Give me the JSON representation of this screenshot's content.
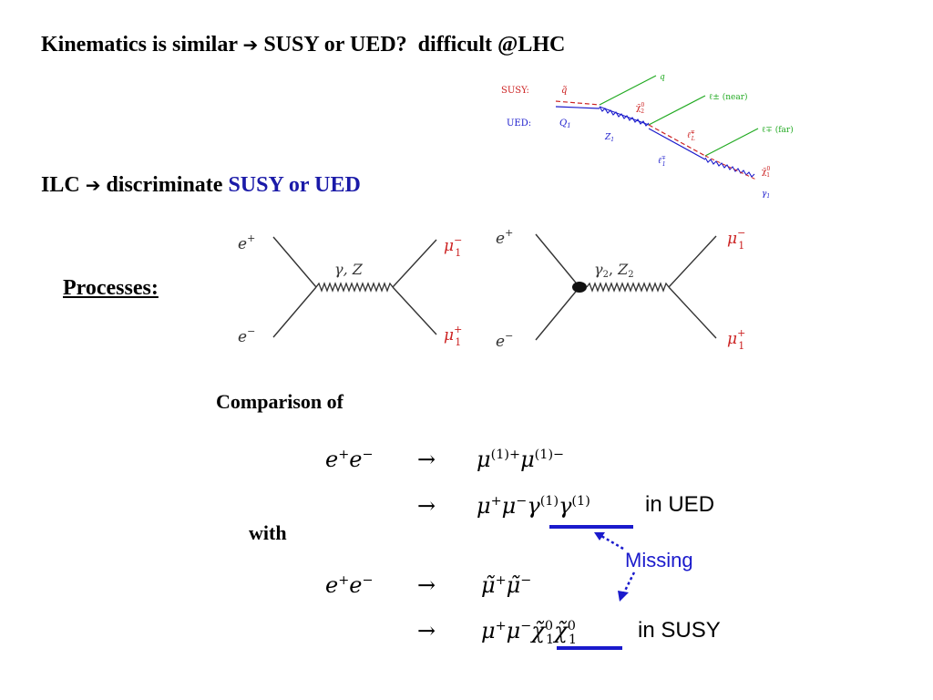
{
  "header": {
    "line1_a": "Kinematics is similar",
    "line1_arrow": "➔",
    "line1_b": "SUSY or UED?",
    "line1_c": "difficult @LHC"
  },
  "ilc": {
    "prefix": "ILC",
    "arrow": "➔",
    "verb": "discriminate",
    "highlight": "SUSY or UED"
  },
  "processes_label": "Processes:",
  "decay_chain": {
    "susy_label": "SUSY:",
    "ued_label": "UED:",
    "q_tilde": "q̃",
    "Q1": "Q",
    "q": "q",
    "chi2": "χ̃",
    "lepton_near": "ℓ± (near)",
    "lepton_far": "ℓ∓ (far)",
    "Z1": "Z",
    "l_tilde": "ℓ̃",
    "l1": "ℓ",
    "chi1": "χ̃",
    "gamma1": "γ"
  },
  "feynman": {
    "d1": {
      "ep": "e",
      "em": "e",
      "boson": "γ, Z",
      "mu_m": "μ",
      "mu_p": "μ"
    },
    "d2": {
      "ep": "e",
      "em": "e",
      "boson": "γ",
      "boson2": "Z",
      "mu_m": "μ",
      "mu_p": "μ"
    }
  },
  "comparison": {
    "title": "Comparison of",
    "with": "with",
    "ued_tag": "in UED",
    "susy_tag": "in SUSY",
    "missing": "Missing",
    "arrow": "→"
  },
  "colors": {
    "blue_text": "#1a1aa8",
    "ued_blue": "#1a1acc",
    "susy_red": "#cc2222",
    "lepton_green": "#22aa22"
  }
}
